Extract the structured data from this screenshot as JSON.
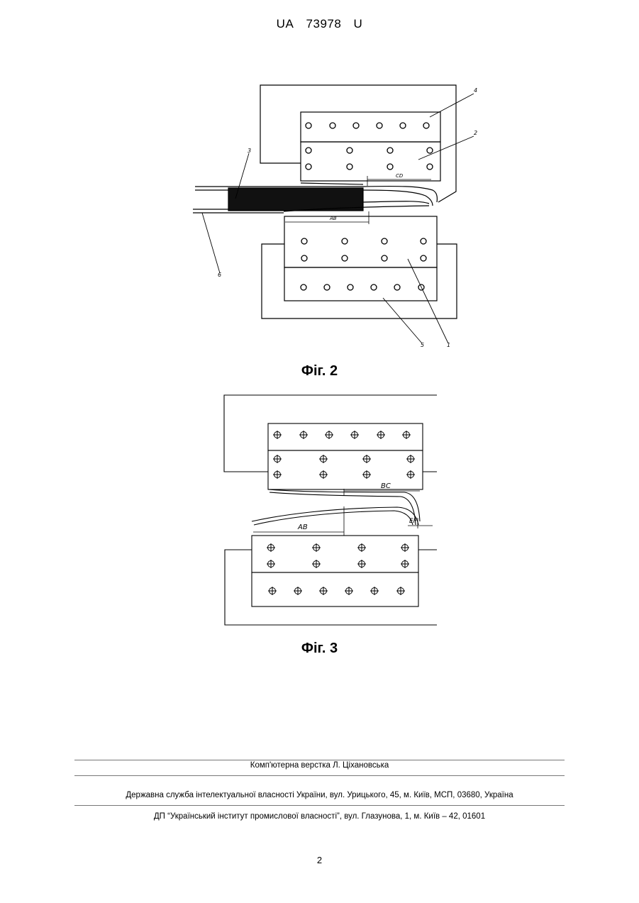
{
  "header": {
    "country": "UA",
    "number": "73978",
    "kind": "U"
  },
  "figure2": {
    "caption": "Фіг. 2",
    "labels": {
      "l1": "1",
      "l2": "2",
      "l3": "3",
      "l4": "4",
      "l5": "5",
      "l6": "6",
      "cd": "CD",
      "ab": "AB"
    }
  },
  "figure3": {
    "caption": "Фіг. 3",
    "labels": {
      "bc": "BC",
      "ab": "AB",
      "ef": "EF"
    }
  },
  "footer": {
    "typesetter": "Комп'ютерна верстка Л. Ціхановська",
    "office": "Державна служба інтелектуальної власності України, вул. Урицького, 45, м. Київ, МСП, 03680, Україна",
    "institute": "ДП “Український інститут промислової власності”, вул. Глазунова, 1, м. Київ – 42, 01601"
  },
  "page_number": "2"
}
